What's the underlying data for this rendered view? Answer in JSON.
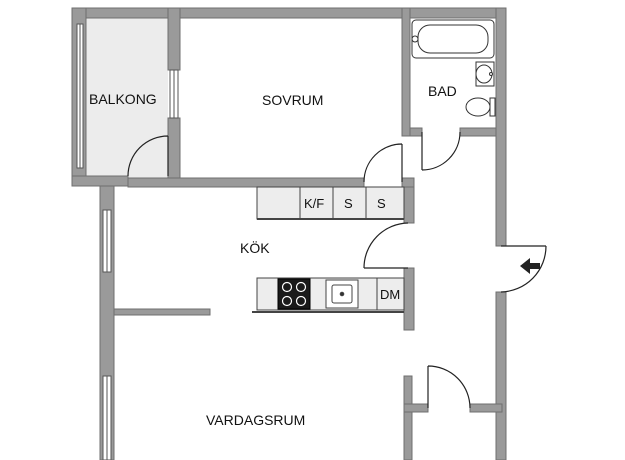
{
  "rooms": {
    "balcony": "BALKONG",
    "bedroom": "SOVRUM",
    "bathroom": "BAD",
    "kitchen": "KÖK",
    "living_room": "VARDAGSRUM"
  },
  "fixtures": {
    "fridge_freezer": "K/F",
    "cabinet_1": "S",
    "cabinet_2": "S",
    "dishwasher": "DM"
  },
  "icons": {
    "entrance": "arrow-left-icon"
  },
  "colors": {
    "wall": "#9a9a9a",
    "wall_edge": "#6f6f6f",
    "floor": "#ffffff",
    "balcony_floor": "#ececec",
    "counter": "#ededed",
    "hob": "#1a1a1a"
  }
}
